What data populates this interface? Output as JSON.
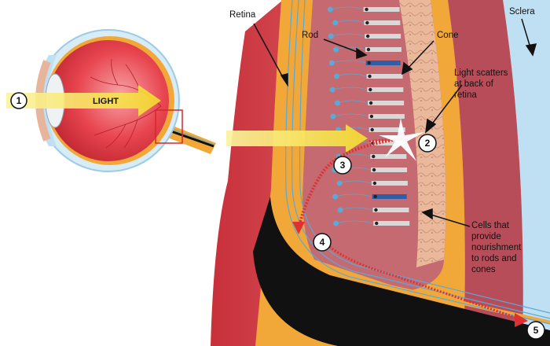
{
  "labels": {
    "light": "LIGHT",
    "retina": "Retina",
    "rod": "Rod",
    "cone": "Cone",
    "sclera": "Sclera",
    "scatter": [
      "Light scatters",
      "at back of",
      "retina"
    ],
    "cells": [
      "Cells that",
      "provide",
      "nourishment",
      "to rods and",
      "cones"
    ]
  },
  "steps": [
    "1",
    "2",
    "3",
    "4",
    "5"
  ],
  "colors": {
    "outer_red": "#e0404a",
    "retina_orange": "#f2a838",
    "photoreceptor_bg": "#c46a70",
    "rpe_pink": "#e8b89c",
    "choroid": "#b84d5a",
    "sclera_blue": "#bfe0f2",
    "nerve_black": "#111111",
    "nerve_blue": "#5ba9d6",
    "light_yellow": "#f7e64a",
    "scatter_red": "#e03030",
    "frame_red": "#d8262d"
  }
}
